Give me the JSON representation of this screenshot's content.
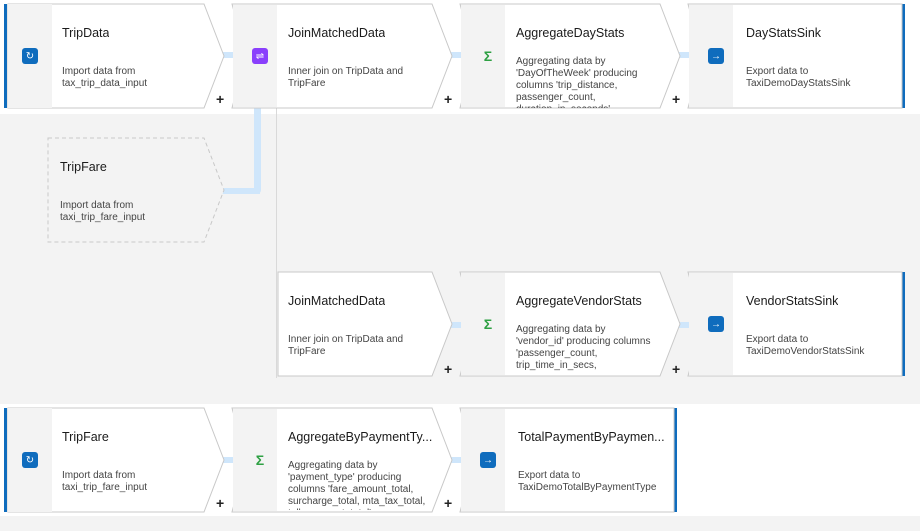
{
  "flows": {
    "f1": {
      "source": {
        "title": "TripData",
        "desc": "Import data from tax_trip_data_input",
        "icon": "source-icon"
      },
      "join": {
        "title": "JoinMatchedData",
        "desc": "Inner join on TripData and TripFare",
        "icon": "join-icon"
      },
      "agg": {
        "title": "AggregateDayStats",
        "desc": "Aggregating data by 'DayOfTheWeek' producing columns 'trip_distance, passenger_count, duration_in_seconds'",
        "icon": "aggregate-icon"
      },
      "sink": {
        "title": "DayStatsSink",
        "desc": "Export data to TaxiDemoDayStatsSink",
        "icon": "sink-icon"
      }
    },
    "f1b": {
      "source": {
        "title": "TripFare",
        "desc": "Import data from taxi_trip_fare_input"
      }
    },
    "f1c": {
      "join": {
        "title": "JoinMatchedData",
        "desc": "Inner join on TripData and TripFare"
      },
      "agg": {
        "title": "AggregateVendorStats",
        "desc": "Aggregating data by 'vendor_id' producing columns 'passenger_count, trip_time_in_secs, trip_distance, TotalTripFare'"
      },
      "sink": {
        "title": "VendorStatsSink",
        "desc": "Export data to TaxiDemoVendorStatsSink"
      }
    },
    "f2": {
      "source": {
        "title": "TripFare",
        "desc": "Import data from taxi_trip_fare_input"
      },
      "agg": {
        "title": "AggregateByPaymentTy...",
        "desc": "Aggregating data by 'payment_type' producing columns 'fare_amount_total, surcharge_total, mta_tax_total, tolls_amount_total'"
      },
      "sink": {
        "title": "TotalPaymentByPaymen...",
        "desc": "Export data to TaxiDemoTotalByPaymentType"
      }
    }
  },
  "plus_label": "+",
  "colors": {
    "accent": "#0f6cbd",
    "edge": "#cfe6fb",
    "join": "#8a3ffc",
    "agg": "#2ea043",
    "source": "#0f6cbd"
  }
}
